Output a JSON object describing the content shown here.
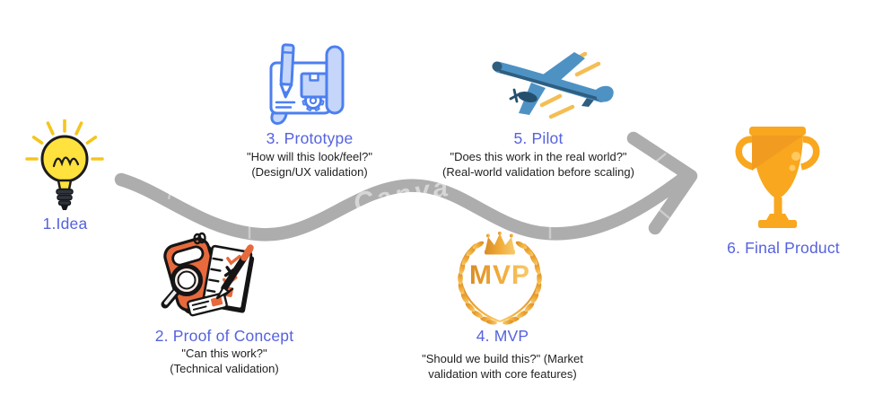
{
  "diagram": {
    "watermark": "Canva",
    "colors": {
      "accent_blue": "#5562de",
      "arrow_gray": "#adadad",
      "text_dark": "#1f1f1f",
      "bulb_yellow": "#ffe23d",
      "poc_orange": "#e7693c",
      "blueprint_blue": "#4c7ff0",
      "mvp_gold": "#e8a62f",
      "plane_blue": "#4e92c4",
      "trophy_orange": "#f9a71e"
    },
    "steps": {
      "idea": {
        "label": "1.Idea",
        "icon": "lightbulb-icon"
      },
      "poc": {
        "label": "2. Proof of Concept",
        "line1": "\"Can this work?\"",
        "line2": "(Technical validation)",
        "icon": "clipboard-checklist-icon"
      },
      "prototype": {
        "label": "3. Prototype",
        "line1": "\"How will this look/feel?\"",
        "line2": "(Design/UX validation)",
        "icon": "blueprint-icon"
      },
      "mvp": {
        "label": "4. MVP",
        "badge_text": "MVP",
        "line1": "\"Should we build this?\" (Market",
        "line2": "validation with core features)",
        "icon": "mvp-laurel-icon"
      },
      "pilot": {
        "label": "5. Pilot",
        "line1": "\"Does this work in the real world?\"",
        "line2": "(Real-world validation before scaling)",
        "icon": "airplane-icon"
      },
      "final": {
        "label": "6. Final Product",
        "icon": "trophy-icon"
      }
    }
  }
}
